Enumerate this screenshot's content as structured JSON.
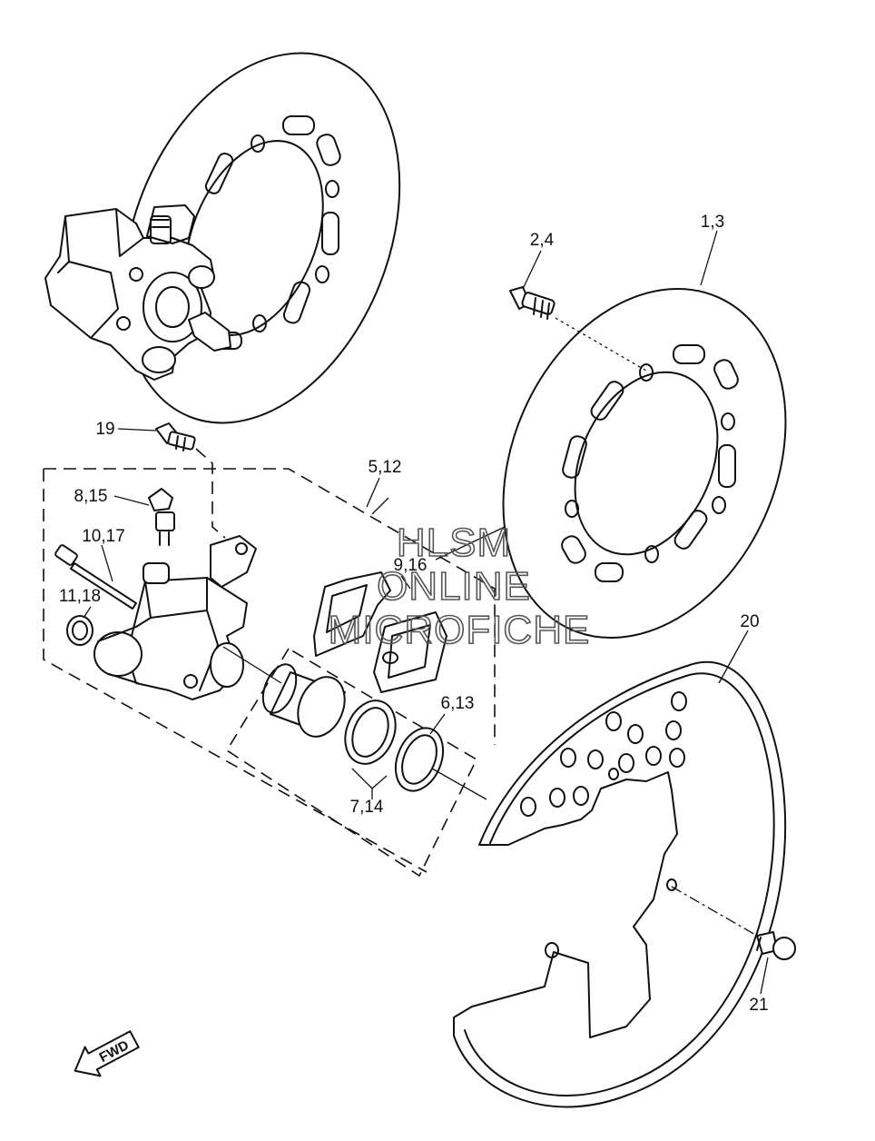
{
  "labels": {
    "l_1_3": "1,3",
    "l_2_4": "2,4",
    "l_5_12": "5,12",
    "l_6_13": "6,13",
    "l_7_14": "7,14",
    "l_8_15": "8,15",
    "l_9_16": "9,16",
    "l_10_17": "10,17",
    "l_11_18": "11,18",
    "l_19": "19",
    "l_20": "20",
    "l_21": "21"
  },
  "watermark": {
    "line1": "HLSM",
    "line2": "ONLINE",
    "line3": "MICROFICHE"
  },
  "fwd_arrow": "FWD"
}
